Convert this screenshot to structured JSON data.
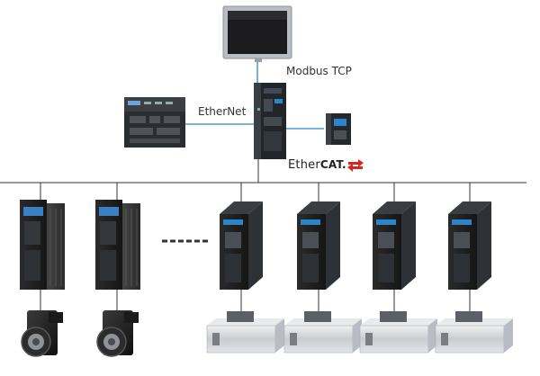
{
  "labels": {
    "modbus": "Modbus TCP",
    "ethernet": "EtherNet",
    "ethercat_prefix": "Ether",
    "ethercat_suffix": "CAT."
  },
  "colors": {
    "network_line": "#2a86c9",
    "bus_line": "#333333",
    "brand_red": "#d9261c"
  },
  "icons": {
    "hmi": "hmi-touch-panel-icon",
    "ipc": "industrial-pc-icon",
    "controller": "motion-controller-icon",
    "io": "ethercat-io-module-icon",
    "servo_drive": "servo-drive-icon",
    "servo_motor": "servo-motor-icon",
    "linear_drive": "linear-motor-drive-icon",
    "linear_stage": "linear-motor-stage-icon"
  }
}
